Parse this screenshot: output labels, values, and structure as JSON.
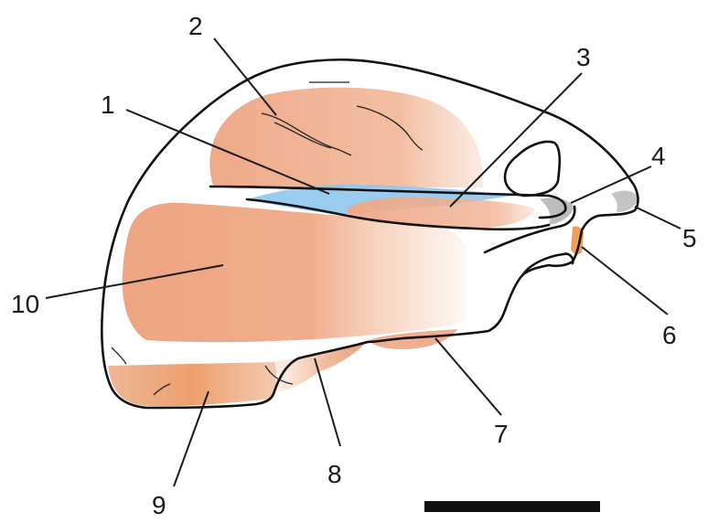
{
  "figure": {
    "labels": [
      {
        "id": "1",
        "text": "1"
      },
      {
        "id": "2",
        "text": "2"
      },
      {
        "id": "3",
        "text": "3"
      },
      {
        "id": "4",
        "text": "4"
      },
      {
        "id": "5",
        "text": "5"
      },
      {
        "id": "6",
        "text": "6"
      },
      {
        "id": "7",
        "text": "7"
      },
      {
        "id": "8",
        "text": "8"
      },
      {
        "id": "9",
        "text": "9"
      },
      {
        "id": "10",
        "text": "10"
      }
    ],
    "colors": {
      "muscle_orange": "#ec9a73",
      "muscle_orange_dark": "#e78454",
      "tendon_blue": "#8ec7ec",
      "cartilage_grey": "#bdbdbd",
      "outline": "#111111",
      "scale_bar": "#111111"
    },
    "scale_bar": {
      "present": true
    }
  }
}
